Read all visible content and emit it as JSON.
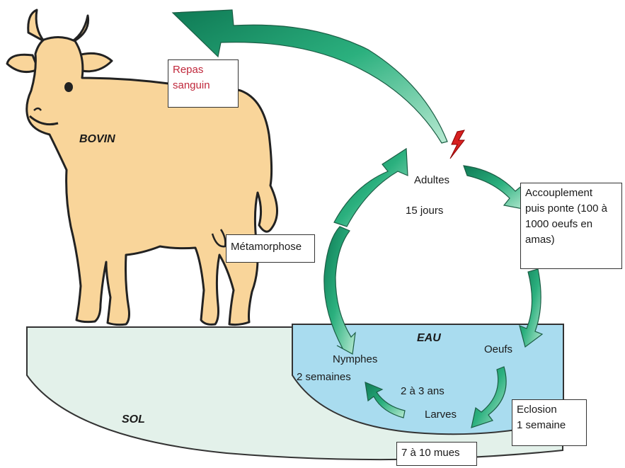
{
  "labels": {
    "bovin": "BOVIN",
    "sol": "SOL",
    "eau": "EAU",
    "repas": "Repas\nsanguin",
    "adultes": "Adultes",
    "quinze_jours": "15 jours",
    "accouplement": "Accouplement\npuis ponte (100 à\n1000 oeufs en\namas)",
    "metamorphose": "Métamorphose",
    "nymphes": "Nymphes",
    "deux_semaines": "2 semaines",
    "oeufs": "Oeufs",
    "deux_trois_ans": "2 à 3 ans",
    "larves": "Larves",
    "eclosion": "Eclosion\n1 semaine",
    "mues": "7 à 10 mues"
  },
  "colors": {
    "cow_fill": "#f9d59a",
    "soil_fill": "#e3f1ea",
    "water_fill": "#a9dcef",
    "arrow_green": "#1c9c6c",
    "repas_text": "#c0283c",
    "lightning": "#d62020"
  }
}
